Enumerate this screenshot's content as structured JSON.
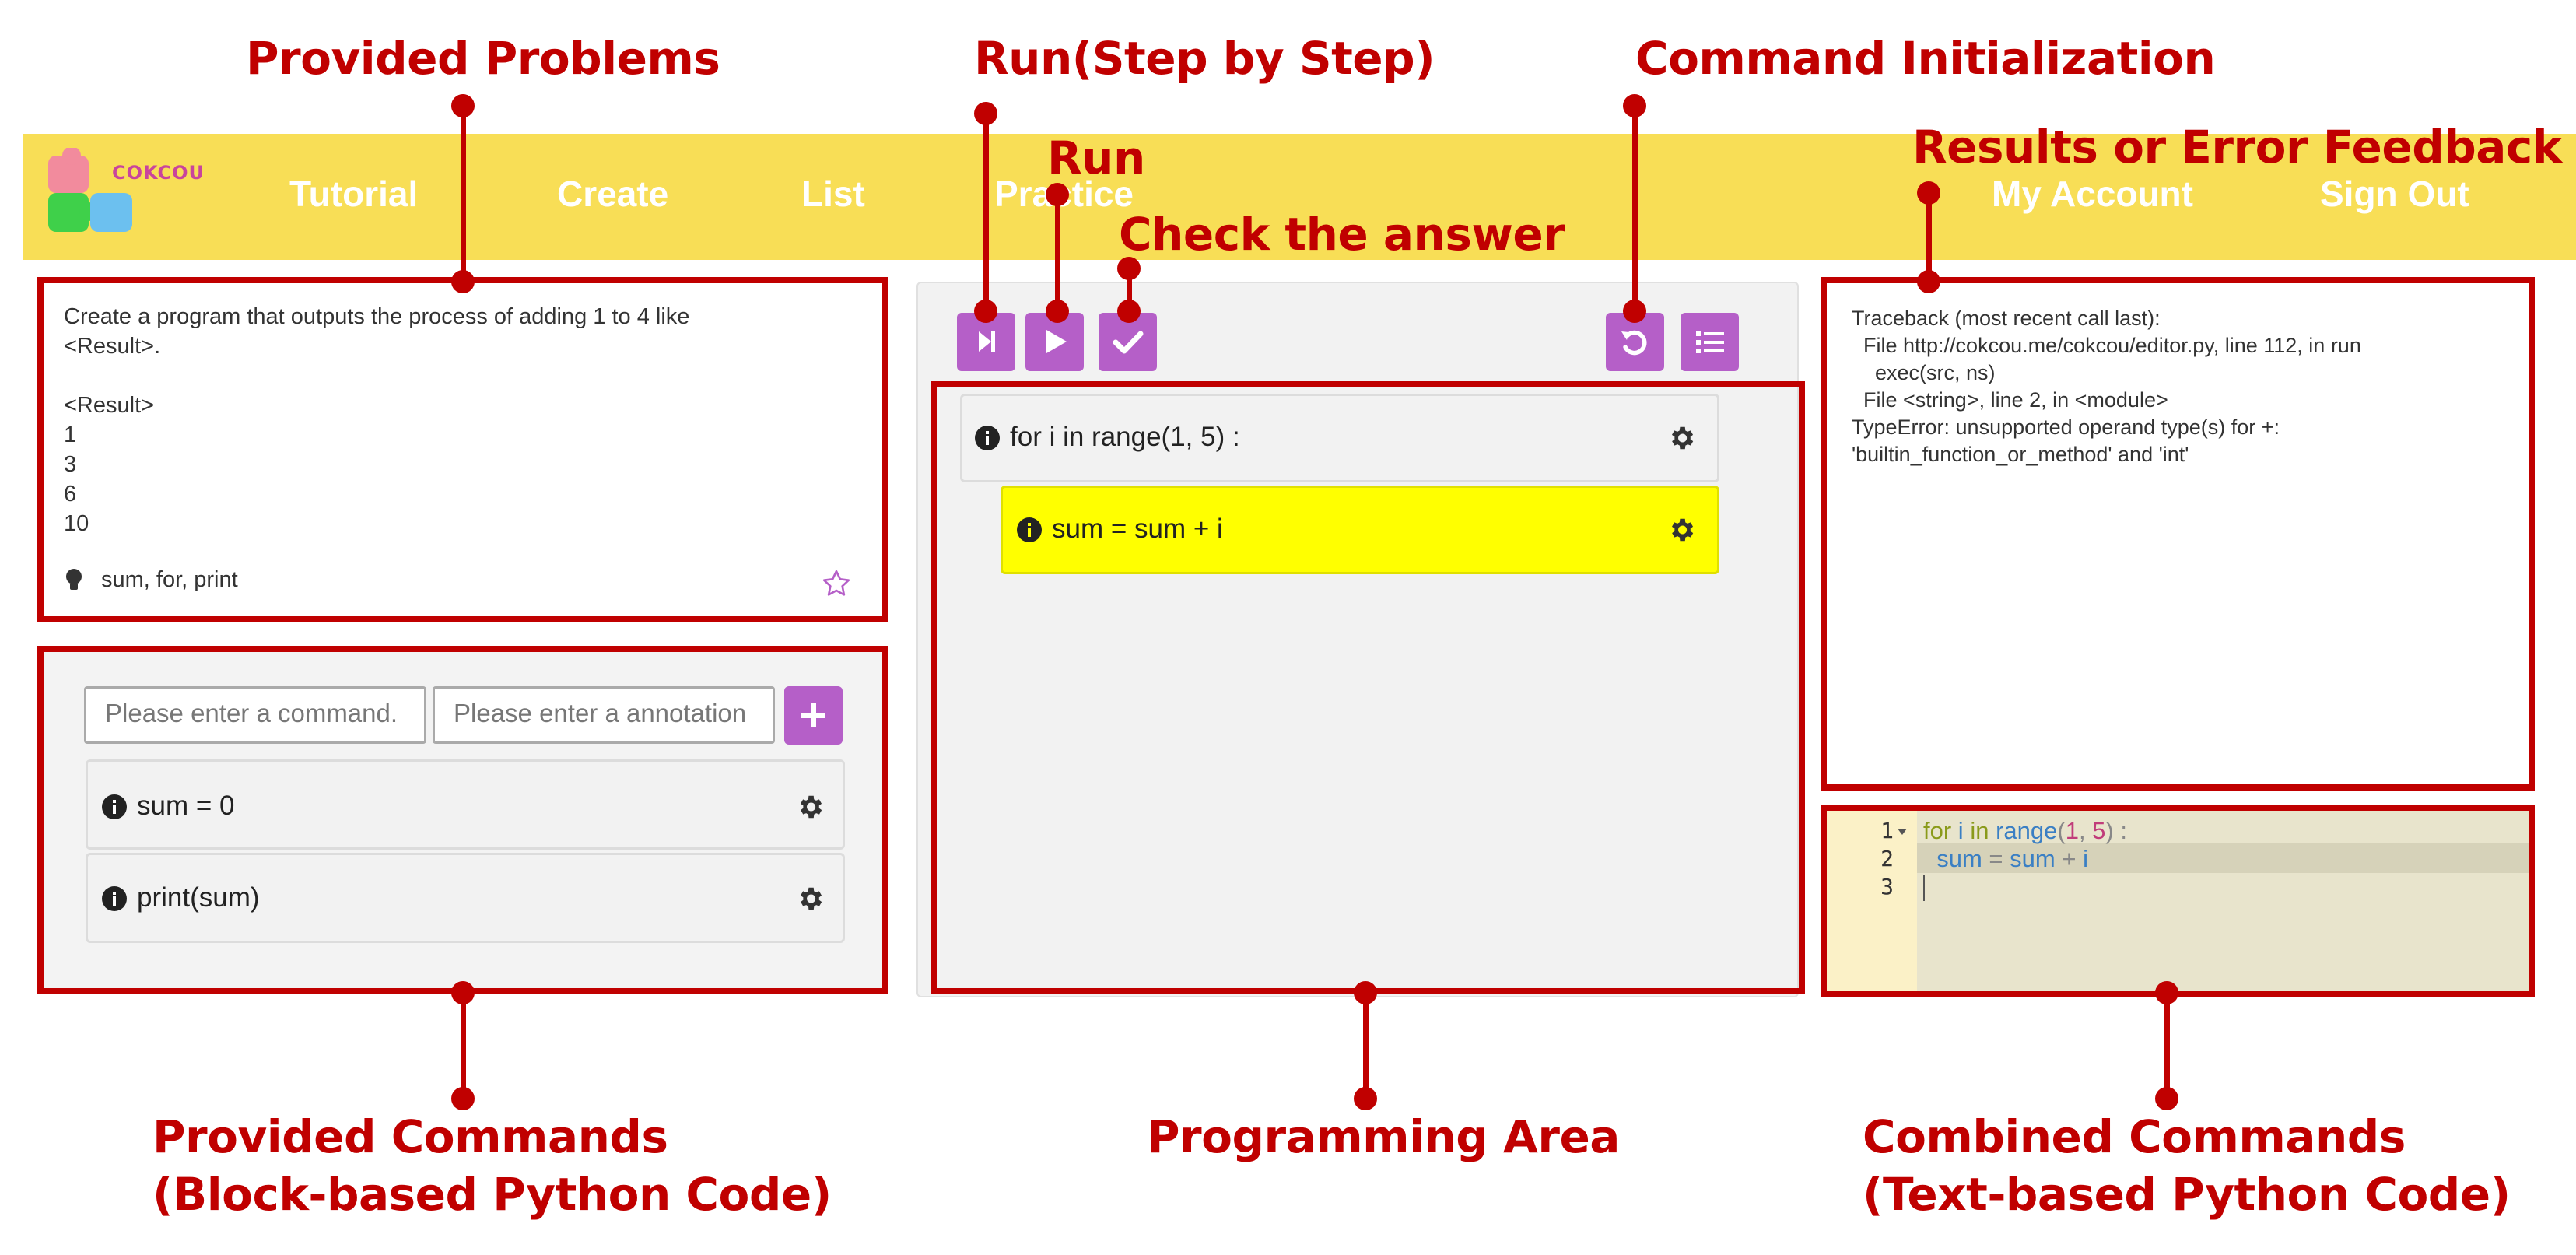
{
  "annotations": {
    "provided_problems": "Provided Problems",
    "run_step": "Run(Step by Step)",
    "command_init": "Command Initialization",
    "run": "Run",
    "check_answer": "Check the answer",
    "results_feedback": "Results or Error Feedback",
    "provided_commands_1": "Provided Commands",
    "provided_commands_2": "(Block-based Python Code)",
    "programming_area": "Programming Area",
    "combined_commands_1": "Combined Commands",
    "combined_commands_2": "(Text-based Python Code)"
  },
  "nav": {
    "logo_text": "COKCOU",
    "items": [
      "Tutorial",
      "Create",
      "List",
      "Practice",
      "My Account",
      "Sign Out"
    ]
  },
  "problem": {
    "text": "Create a program that outputs the process of adding 1 to 4 like\n<Result>.\n\n<Result>\n1\n3\n6\n10",
    "hint": "sum, for, print"
  },
  "commands": {
    "command_placeholder": "Please enter a command.",
    "annotation_placeholder": "Please enter a annotation",
    "blocks": [
      "sum = 0",
      "print(sum)"
    ]
  },
  "program": {
    "blocks": [
      "for i in range(1, 5) :",
      "sum = sum + i"
    ]
  },
  "output": {
    "text": "Traceback (most recent call last):\n  File http://cokcou.me/cokcou/editor.py, line 112, in run\n    exec(src, ns)\n  File <string>, line 2, in <module>\nTypeError: unsupported operand type(s) for +:\n'builtin_function_or_method' and 'int'"
  },
  "editor": {
    "line_numbers": [
      "1",
      "2",
      "3"
    ],
    "line1": {
      "kw_for": "for",
      "var_i": " i ",
      "kw_in": "in",
      "fn": " range",
      "p1": "(",
      "n1": "1",
      "comma": ", ",
      "n2": "5",
      "p2": ")",
      "colon": " :"
    },
    "line2": {
      "indent": "  ",
      "v1": "sum",
      "eq": " = ",
      "v2": "sum",
      "plus": " + ",
      "v3": "i"
    }
  },
  "colors": {
    "accent_red": "#c00000",
    "nav_yellow": "#f8de56",
    "button_purple": "#b55fc8",
    "highlight_yellow": "#ffff00"
  }
}
